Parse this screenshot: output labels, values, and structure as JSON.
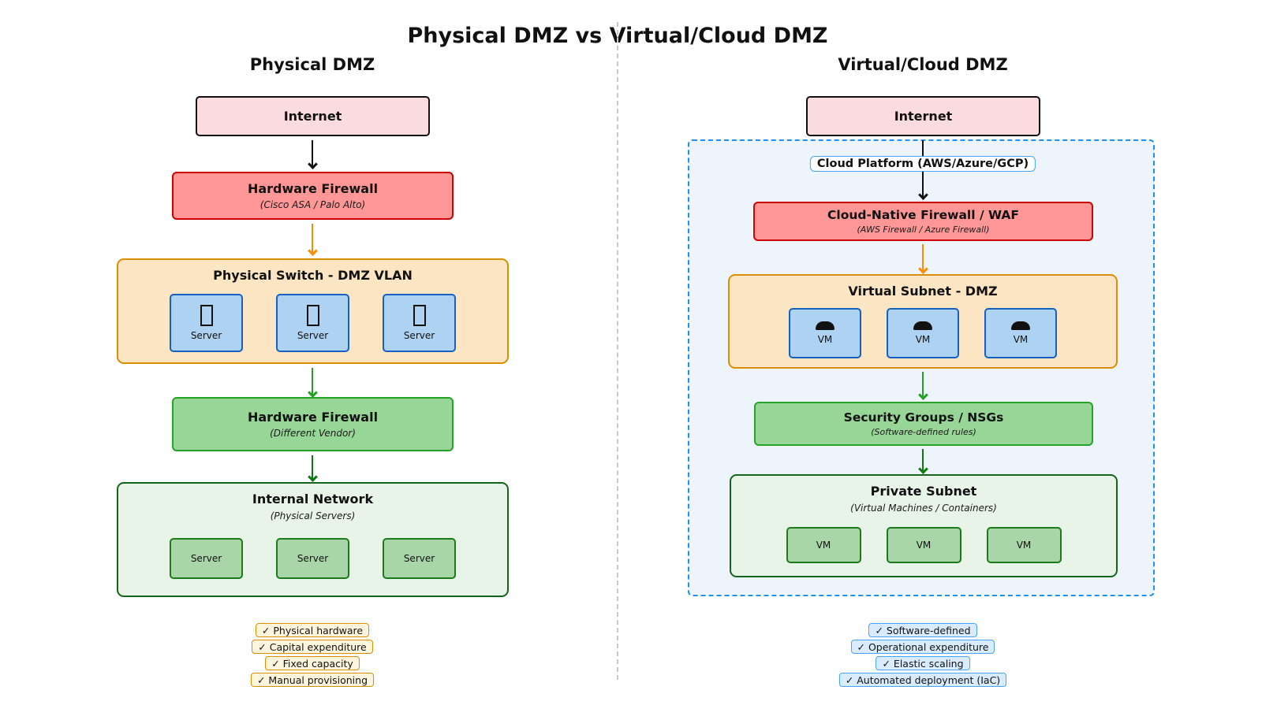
{
  "title": "Physical DMZ vs Virtual/Cloud DMZ",
  "icons": {
    "server": "missing-glyph tofu rectangle",
    "cloud": "filled black cloud mound"
  },
  "colors": {
    "internet_fill": "#fadce0",
    "firewall_red_fill": "#ff9797",
    "firewall_red_border": "#cf0202",
    "subnet_tan_fill": "#fce5c2",
    "subnet_tan_border": "#da8e04",
    "firewall_green_fill": "#97d697",
    "firewall_green_border": "#27a427",
    "internal_green_fill": "#e9f4e9",
    "internal_green_border": "#14641c",
    "server_blue_fill": "#add2f2",
    "server_blue_border": "#1461c2",
    "server_green_fill": "#a8d6a8",
    "server_green_border": "#1b7b1b",
    "cloud_boundary_border": "#2191ee",
    "cloud_boundary_fill": "#edf4fc",
    "arrow_orange": "#ff8c00",
    "arrow_green": "#24a024",
    "arrow_dark_green": "#0e7a0e"
  },
  "left": {
    "title": "Physical DMZ",
    "internet": "Internet",
    "firewall1": {
      "title": "Hardware Firewall",
      "subtitle": "(Cisco ASA / Palo Alto)"
    },
    "switch": {
      "title": "Physical Switch - DMZ VLAN",
      "servers": [
        "Server",
        "Server",
        "Server"
      ]
    },
    "firewall2": {
      "title": "Hardware Firewall",
      "subtitle": "(Different Vendor)"
    },
    "internal": {
      "title": "Internal Network",
      "subtitle": "(Physical Servers)",
      "servers": [
        "Server",
        "Server",
        "Server"
      ]
    },
    "badges": [
      "✓ Physical hardware",
      "✓ Capital expenditure",
      "✓ Fixed capacity",
      "✓ Manual provisioning"
    ]
  },
  "right": {
    "title": "Virtual/Cloud DMZ",
    "internet": "Internet",
    "platform_label": "Cloud Platform (AWS/Azure/GCP)",
    "firewall": {
      "title": "Cloud-Native Firewall / WAF",
      "subtitle": "(AWS Firewall / Azure Firewall)"
    },
    "subnet": {
      "title": "Virtual Subnet - DMZ",
      "vms": [
        "VM",
        "VM",
        "VM"
      ]
    },
    "nsg": {
      "title": "Security Groups / NSGs",
      "subtitle": "(Software-defined rules)"
    },
    "private": {
      "title": "Private Subnet",
      "subtitle": "(Virtual Machines / Containers)",
      "vms": [
        "VM",
        "VM",
        "VM"
      ]
    },
    "badges": [
      "✓ Software-defined",
      "✓ Operational expenditure",
      "✓ Elastic scaling",
      "✓ Automated deployment (IaC)"
    ]
  }
}
